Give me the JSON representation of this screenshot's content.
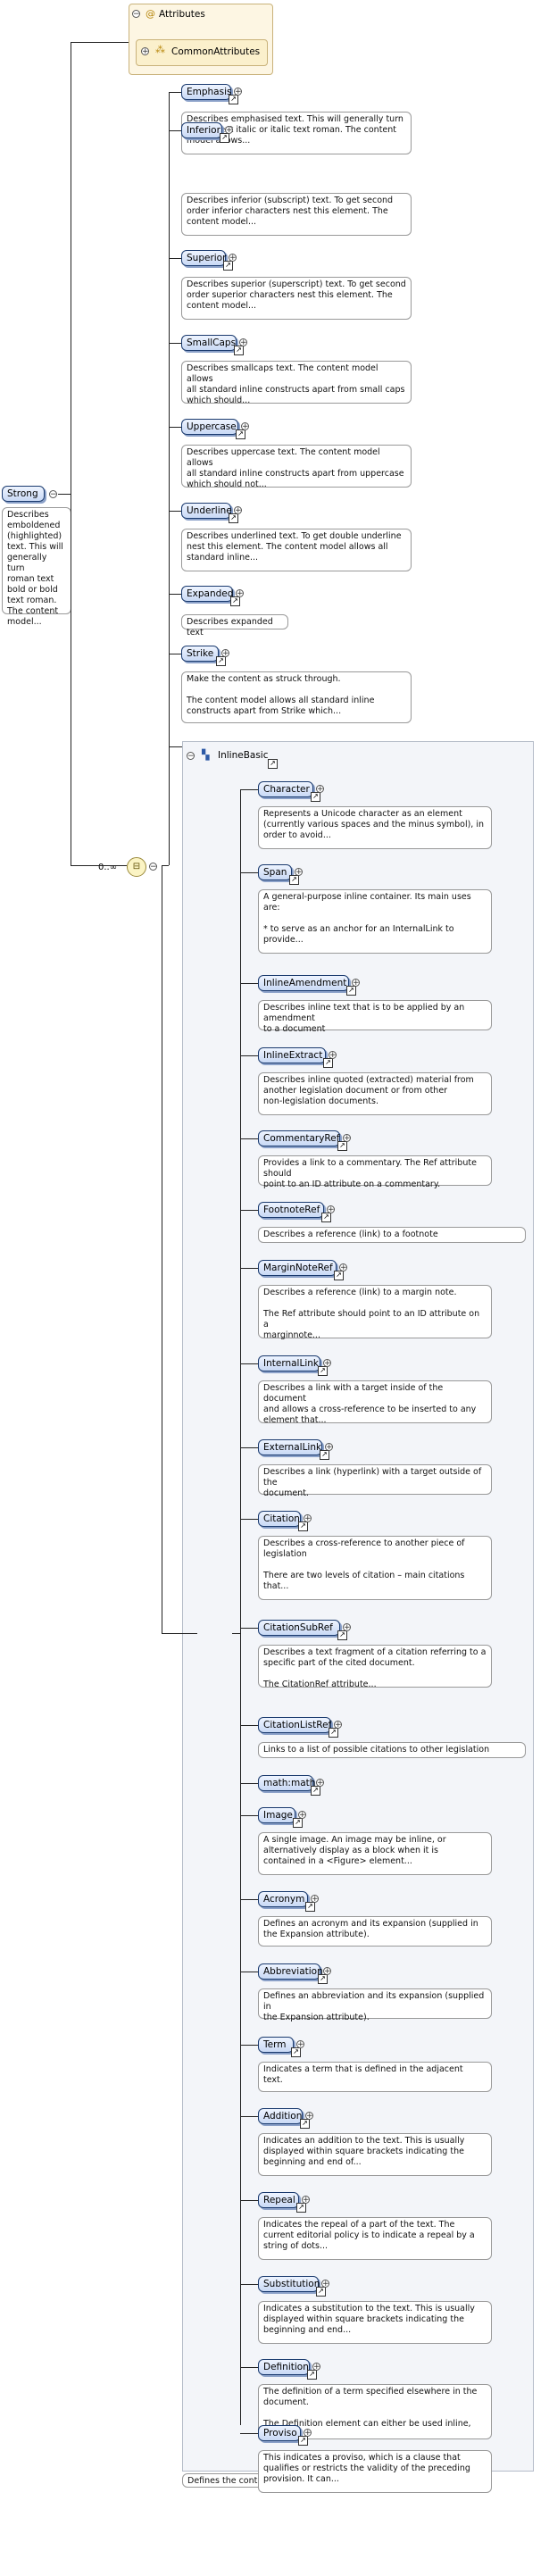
{
  "root": {
    "label": "Strong",
    "desc": "Describes\nemboldened\n(highlighted)\ntext. This will\ngenerally turn\nroman text\nbold or bold\ntext roman.\nThe content\nmodel..."
  },
  "attributes": {
    "title": "Attributes",
    "common": "CommonAttributes"
  },
  "multiplicity": "0..∞",
  "children": [
    {
      "label": "Emphasis",
      "desc": "Describes emphasised text. This will generally turn\nroman text italic or italic text roman. The content\nmodel allows..."
    },
    {
      "label": "Inferior",
      "desc": "Describes inferior (subscript) text. To get second\norder inferior characters nest this element. The\ncontent model..."
    },
    {
      "label": "Superior",
      "desc": "Describes superior (superscript) text. To get second\norder superior characters nest this element. The\ncontent model..."
    },
    {
      "label": "SmallCaps",
      "desc": "Describes smallcaps text. The content model allows\nall standard inline constructs apart from small caps\nwhich should..."
    },
    {
      "label": "Uppercase",
      "desc": "Describes uppercase text. The content model allows\nall standard inline constructs apart from uppercase\nwhich should not..."
    },
    {
      "label": "Underline",
      "desc": "Describes underlined text. To get double underline\nnest this element. The content model allows all\nstandard inline..."
    },
    {
      "label": "Expanded",
      "desc": "Describes expanded text"
    },
    {
      "label": "Strike",
      "desc": "Make the content as struck through.\n\nThe content model allows all standard inline\nconstructs apart from Strike which..."
    }
  ],
  "group": {
    "title": "InlineBasic",
    "footer": "Defines the content model for basic inline elements",
    "items": [
      {
        "label": "Character",
        "desc": "Represents a Unicode character as an element\n(currently various spaces and the minus symbol), in\norder to avoid..."
      },
      {
        "label": "Span",
        "desc": "A general-purpose inline container. Its main uses\nare:\n\n  * to serve as an anchor for an InternalLink to\nprovide..."
      },
      {
        "label": "InlineAmendment",
        "desc": "Describes inline text that is to be applied by an amendment\nto a document"
      },
      {
        "label": "InlineExtract",
        "desc": "Describes inline quoted (extracted) material from\nanother legislation document or from other\nnon-legislation documents."
      },
      {
        "label": "CommentaryRef",
        "desc": "Provides a link to a commentary. The Ref attribute should\npoint to an ID attribute on a commentary."
      },
      {
        "label": "FootnoteRef",
        "desc": "Describes a reference (link) to a footnote"
      },
      {
        "label": "MarginNoteRef",
        "desc": "Describes a reference (link) to a margin note.\n\nThe Ref attribute should point to an ID attribute on a\nmarginnote..."
      },
      {
        "label": "InternalLink",
        "desc": "Describes a link with a target inside of the document\nand allows a cross-reference to be inserted to any\nelement that..."
      },
      {
        "label": "ExternalLink",
        "desc": "Describes a link (hyperlink) with a target outside of the\ndocument."
      },
      {
        "label": "Citation",
        "desc": "Describes a cross-reference to another piece of\nlegislation\n\nThere are two levels of citation – main citations\nthat..."
      },
      {
        "label": "CitationSubRef",
        "desc": "Describes a text fragment of a citation referring to a\nspecific part of the cited document.\n\nThe CitationRef attribute..."
      },
      {
        "label": "CitationListRef",
        "desc": "Links to a list of possible citations to other legislation"
      },
      {
        "label": "math:math",
        "desc": ""
      },
      {
        "label": "Image",
        "desc": "A single image. An image may be inline, or\nalternatively display as a block when it is\ncontained in a <Figure> element..."
      },
      {
        "label": "Acronym",
        "desc": "Defines an acronym and its expansion (supplied in\nthe Expansion attribute)."
      },
      {
        "label": "Abbreviation",
        "desc": "Defines an abbreviation and its expansion (supplied in\nthe Expansion attribute)."
      },
      {
        "label": "Term",
        "desc": "Indicates a term that is defined in the adjacent\ntext."
      },
      {
        "label": "Addition",
        "desc": "Indicates an addition to the text. This is usually\ndisplayed within square brackets indicating the\nbeginning and end of..."
      },
      {
        "label": "Repeal",
        "desc": "Indicates the repeal of a part of the text. The\ncurrent editorial policy is to indicate a repeal by a\nstring of dots..."
      },
      {
        "label": "Substitution",
        "desc": "Indicates a substitution to the text. This is usually\ndisplayed within square brackets indicating the\nbeginning and end..."
      },
      {
        "label": "Definition",
        "desc": "The definition of a term specified elsewhere in the\ndocument.\n\nThe Definition element can either be used inline,\nto..."
      },
      {
        "label": "Proviso",
        "desc": "This indicates a proviso, which is a clause that\nqualifies or restricts the validity of the preceding\nprovision. It can..."
      }
    ]
  },
  "colors": {
    "element_fill": "#c9d9f5",
    "element_border": "#1a3a6e",
    "group_fill": "#f3f5f9",
    "attr_fill": "#fdf6e3"
  }
}
